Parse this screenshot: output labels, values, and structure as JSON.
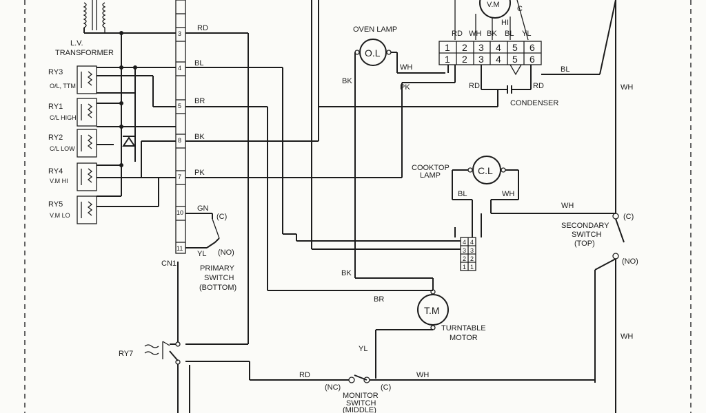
{
  "labels": {
    "lv_transformer": "L.V. TRANSFORMER",
    "lv_line1": "L.V.",
    "lv_line2": "TRANSFORMER",
    "oven_lamp": "OVEN LAMP",
    "ol": "O.L",
    "vm": "V.M",
    "vm_c": "C",
    "vm_hi": "HI",
    "condenser": "CONDENSER",
    "cooktop_lamp_1": "COOKTOP",
    "cooktop_lamp_2": "LAMP",
    "cl": "C.L",
    "secondary_switch_1": "SECONDARY",
    "secondary_switch_2": "SWITCH",
    "secondary_switch_3": "(TOP)",
    "primary_switch_1": "PRIMARY",
    "primary_switch_2": "SWITCH",
    "primary_switch_3": "(BOTTOM)",
    "tm": "T.M",
    "turntable_1": "TURNTABLE",
    "turntable_2": "MOTOR",
    "monitor_1": "MONITOR",
    "monitor_2": "SWITCH",
    "monitor_3": "(MIDDLE)",
    "cn1": "CN1",
    "c": "(C)",
    "no": "(NO)",
    "nc": "(NC)",
    "ry7": "RY7"
  },
  "relays": [
    {
      "name": "RY3",
      "sub": "O/L, TTM"
    },
    {
      "name": "RY1",
      "sub": "C/L HIGH"
    },
    {
      "name": "RY2",
      "sub": "C/L LOW"
    },
    {
      "name": "RY4",
      "sub": "V.M HI"
    },
    {
      "name": "RY5",
      "sub": "V.M LO"
    }
  ],
  "connector_pins": [
    "3",
    "4",
    "5",
    "8",
    "7",
    "10",
    "11"
  ],
  "wire_colors": {
    "rd": "RD",
    "bl": "BL",
    "br": "BR",
    "bk": "BK",
    "pk": "PK",
    "gn": "GN",
    "yl": "YL",
    "wh": "WH"
  },
  "terminal_block": {
    "colors": [
      "RD",
      "WH",
      "BK",
      "BL",
      "YL"
    ],
    "top_numbers": [
      "1",
      "2",
      "3",
      "4",
      "5",
      "6"
    ],
    "bottom_numbers": [
      "1",
      "2",
      "3",
      "4",
      "5",
      "6"
    ]
  },
  "cooktop_connector": {
    "rows": [
      [
        "4",
        "4"
      ],
      [
        "3",
        "3"
      ],
      [
        "2",
        "2"
      ],
      [
        "1",
        "1"
      ]
    ]
  }
}
